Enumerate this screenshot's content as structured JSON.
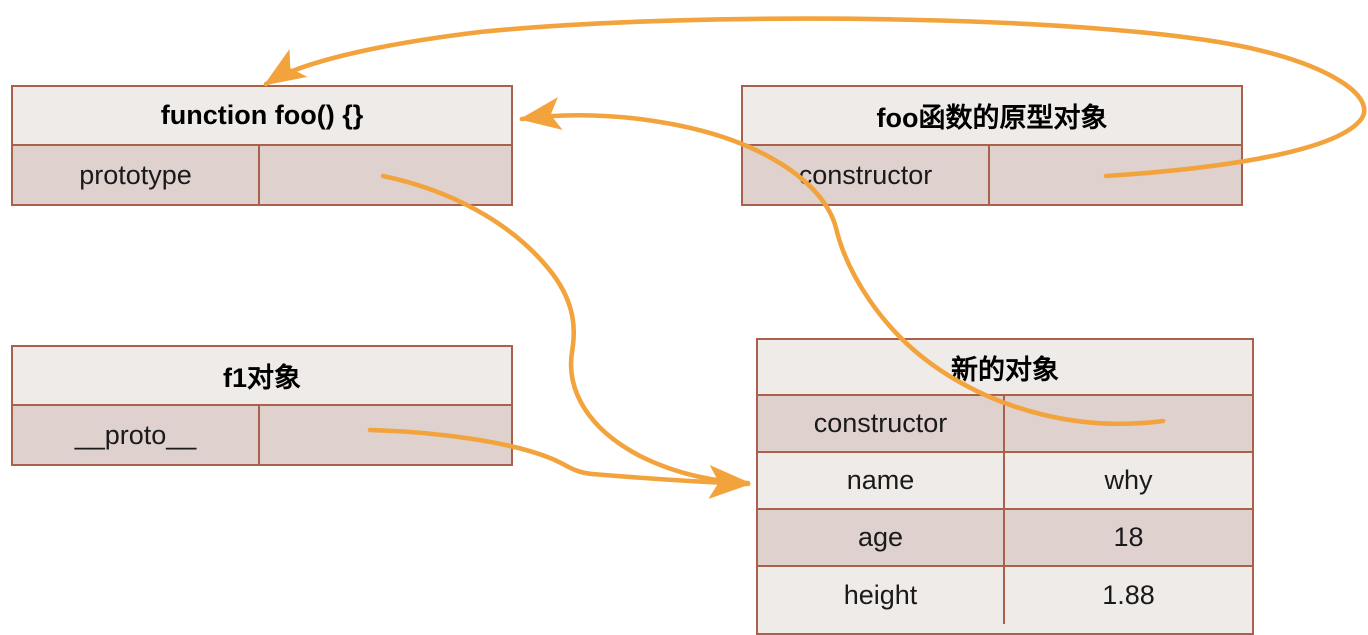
{
  "diagram": {
    "title": "JavaScript prototype chain diagram",
    "colors": {
      "arrow": "#f2a33c",
      "border": "#a9614c",
      "header_fill": "#efebe8",
      "row_fill_dark": "#dfd1ce",
      "row_fill_light": "#efebe8",
      "background": "#ffffff",
      "text": "#000000"
    }
  },
  "boxes": {
    "foo_function": {
      "title": "function foo() {}",
      "rows": [
        {
          "key": "prototype",
          "value": ""
        }
      ]
    },
    "foo_prototype": {
      "title": "foo函数的原型对象",
      "rows": [
        {
          "key": "constructor",
          "value": ""
        }
      ]
    },
    "f1_object": {
      "title": "f1对象",
      "rows": [
        {
          "key": "__proto__",
          "value": ""
        }
      ]
    },
    "new_object": {
      "title": "新的对象",
      "rows": [
        {
          "key": "constructor",
          "value": ""
        },
        {
          "key": "name",
          "value": "why"
        },
        {
          "key": "age",
          "value": "18"
        },
        {
          "key": "height",
          "value": "1.88"
        }
      ]
    }
  },
  "arrows": [
    {
      "name": "prototype-to-new-object",
      "from": "foo_function.prototype",
      "to": "new_object"
    },
    {
      "name": "f1-proto-to-new-object",
      "from": "f1_object.__proto__",
      "to": "new_object"
    },
    {
      "name": "new-object-constructor-to-foo-function",
      "from": "new_object.constructor",
      "to": "foo_function"
    },
    {
      "name": "foo-prototype-constructor-to-foo-function",
      "from": "foo_prototype.constructor",
      "to": "foo_function"
    }
  ]
}
